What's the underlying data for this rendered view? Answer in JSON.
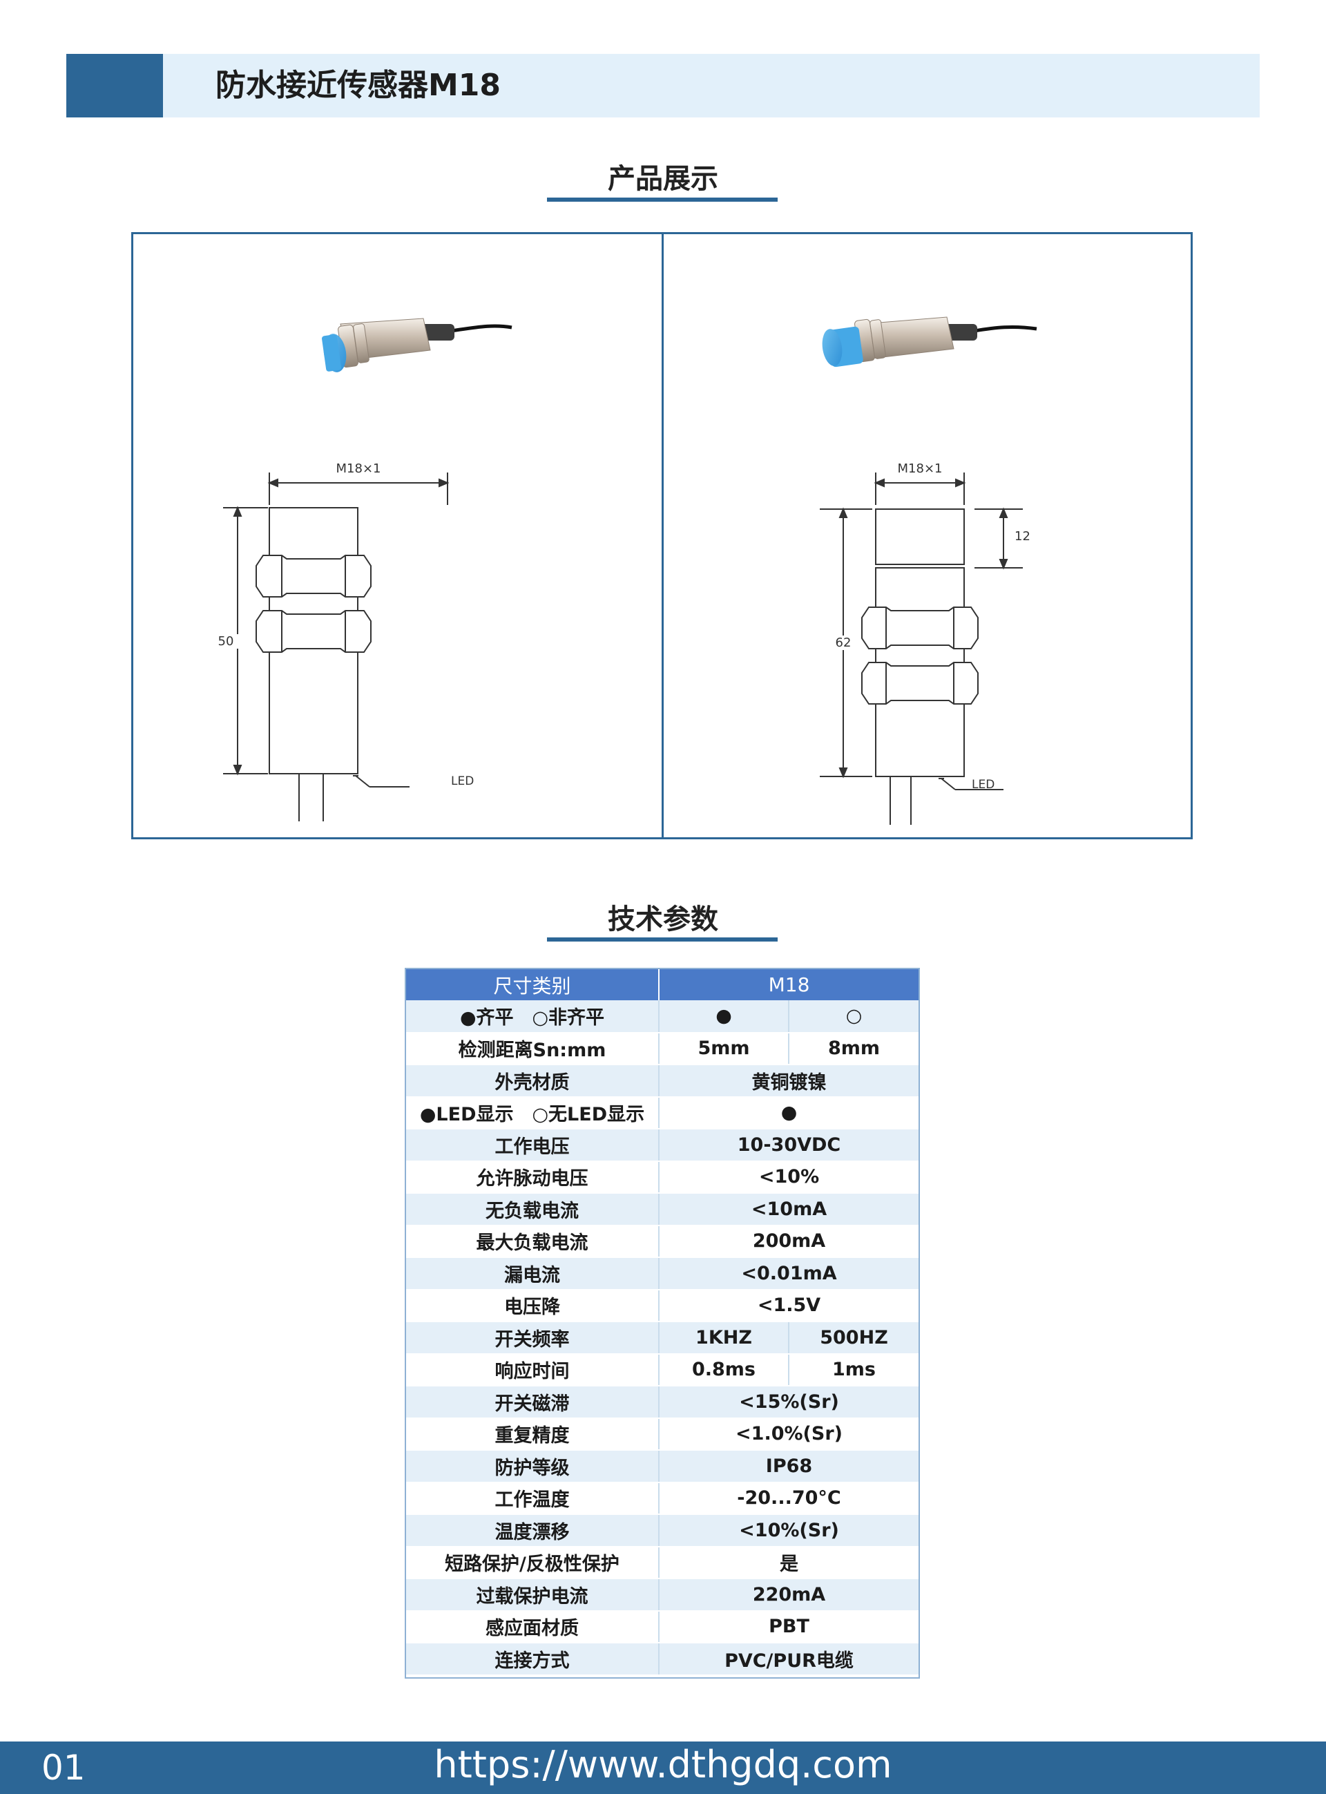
{
  "header": {
    "title": "防水接近传感器M18"
  },
  "sections": {
    "product_title": "产品展示",
    "spec_title": "技术参数"
  },
  "drawings": {
    "left": {
      "thread_label": "M18×1",
      "length_label": "50",
      "led_label": "LED"
    },
    "right": {
      "thread_label": "M18×1",
      "length_label": "62",
      "protrusion_label": "12",
      "led_label": "LED"
    }
  },
  "spec_table": {
    "header": [
      "尺寸类别",
      "M18"
    ],
    "rows": [
      {
        "label": "●齐平　○非齐平",
        "values": [
          "●",
          "○"
        ]
      },
      {
        "label": "检测距离Sn:mm",
        "values": [
          "5mm",
          "8mm"
        ]
      },
      {
        "label": "外壳材质",
        "value": "黄铜镀镍"
      },
      {
        "label": "●LED显示　○无LED显示",
        "value": "●"
      },
      {
        "label": "工作电压",
        "value": "10-30VDC"
      },
      {
        "label": "允许脉动电压",
        "value": "<10%"
      },
      {
        "label": "无负载电流",
        "value": "<10mA"
      },
      {
        "label": "最大负载电流",
        "value": "200mA"
      },
      {
        "label": "漏电流",
        "value": "<0.01mA"
      },
      {
        "label": "电压降",
        "value": "<1.5V"
      },
      {
        "label": "开关频率",
        "values": [
          "1KHZ",
          "500HZ"
        ]
      },
      {
        "label": "响应时间",
        "values": [
          "0.8ms",
          "1ms"
        ]
      },
      {
        "label": "开关磁滞",
        "value": "<15%(Sr)"
      },
      {
        "label": "重复精度",
        "value": "<1.0%(Sr)"
      },
      {
        "label": "防护等级",
        "value": "IP68"
      },
      {
        "label": "工作温度",
        "value": "-20...70°C"
      },
      {
        "label": "温度漂移",
        "value": "<10%(Sr)"
      },
      {
        "label": "短路保护/反极性保护",
        "value": "是"
      },
      {
        "label": "过载保护电流",
        "value": "220mA"
      },
      {
        "label": "感应面材质",
        "value": "PBT"
      },
      {
        "label": "连接方式",
        "value": "PVC/PUR电缆"
      }
    ]
  },
  "footer": {
    "page_number": "01",
    "url": "https://www.dthgdq.com"
  }
}
